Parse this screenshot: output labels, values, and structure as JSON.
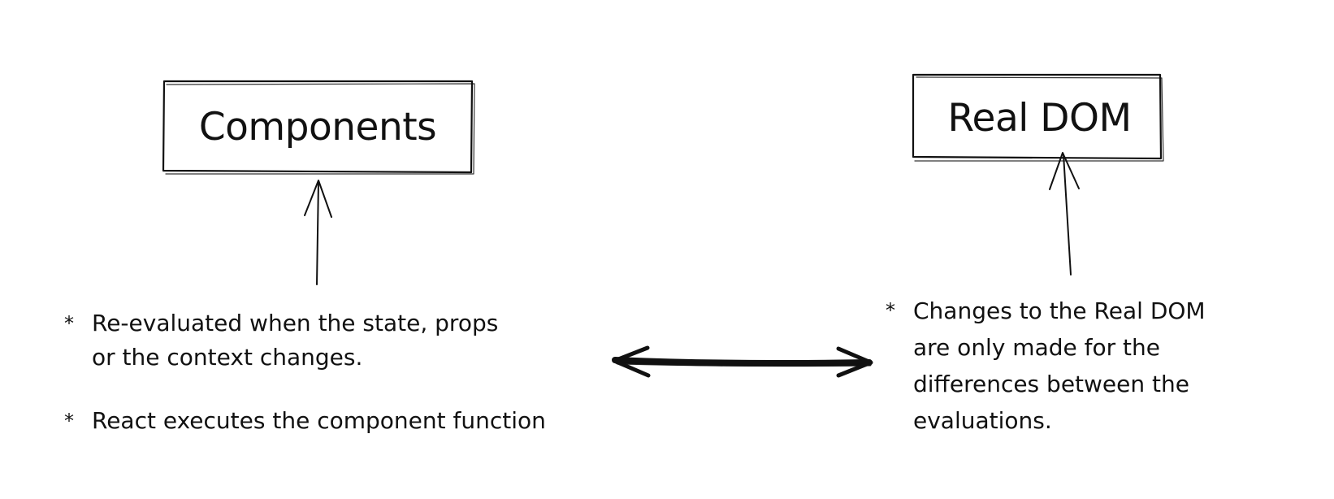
{
  "diagram": {
    "components_box": {
      "label": "Components"
    },
    "real_dom_box": {
      "label": "Real DOM"
    },
    "notes": {
      "bullet_symbol": "*",
      "left_note_1": "Re-evaluated when the state, props\nor the context changes.",
      "left_note_2": "React executes the component function",
      "right_note": "Changes to the Real DOM\nare only made for the\ndifferences between the\nevaluations."
    },
    "connectors": [
      "arrow-up-to-components",
      "arrow-up-to-real-dom",
      "double-arrow-between-notes"
    ]
  }
}
